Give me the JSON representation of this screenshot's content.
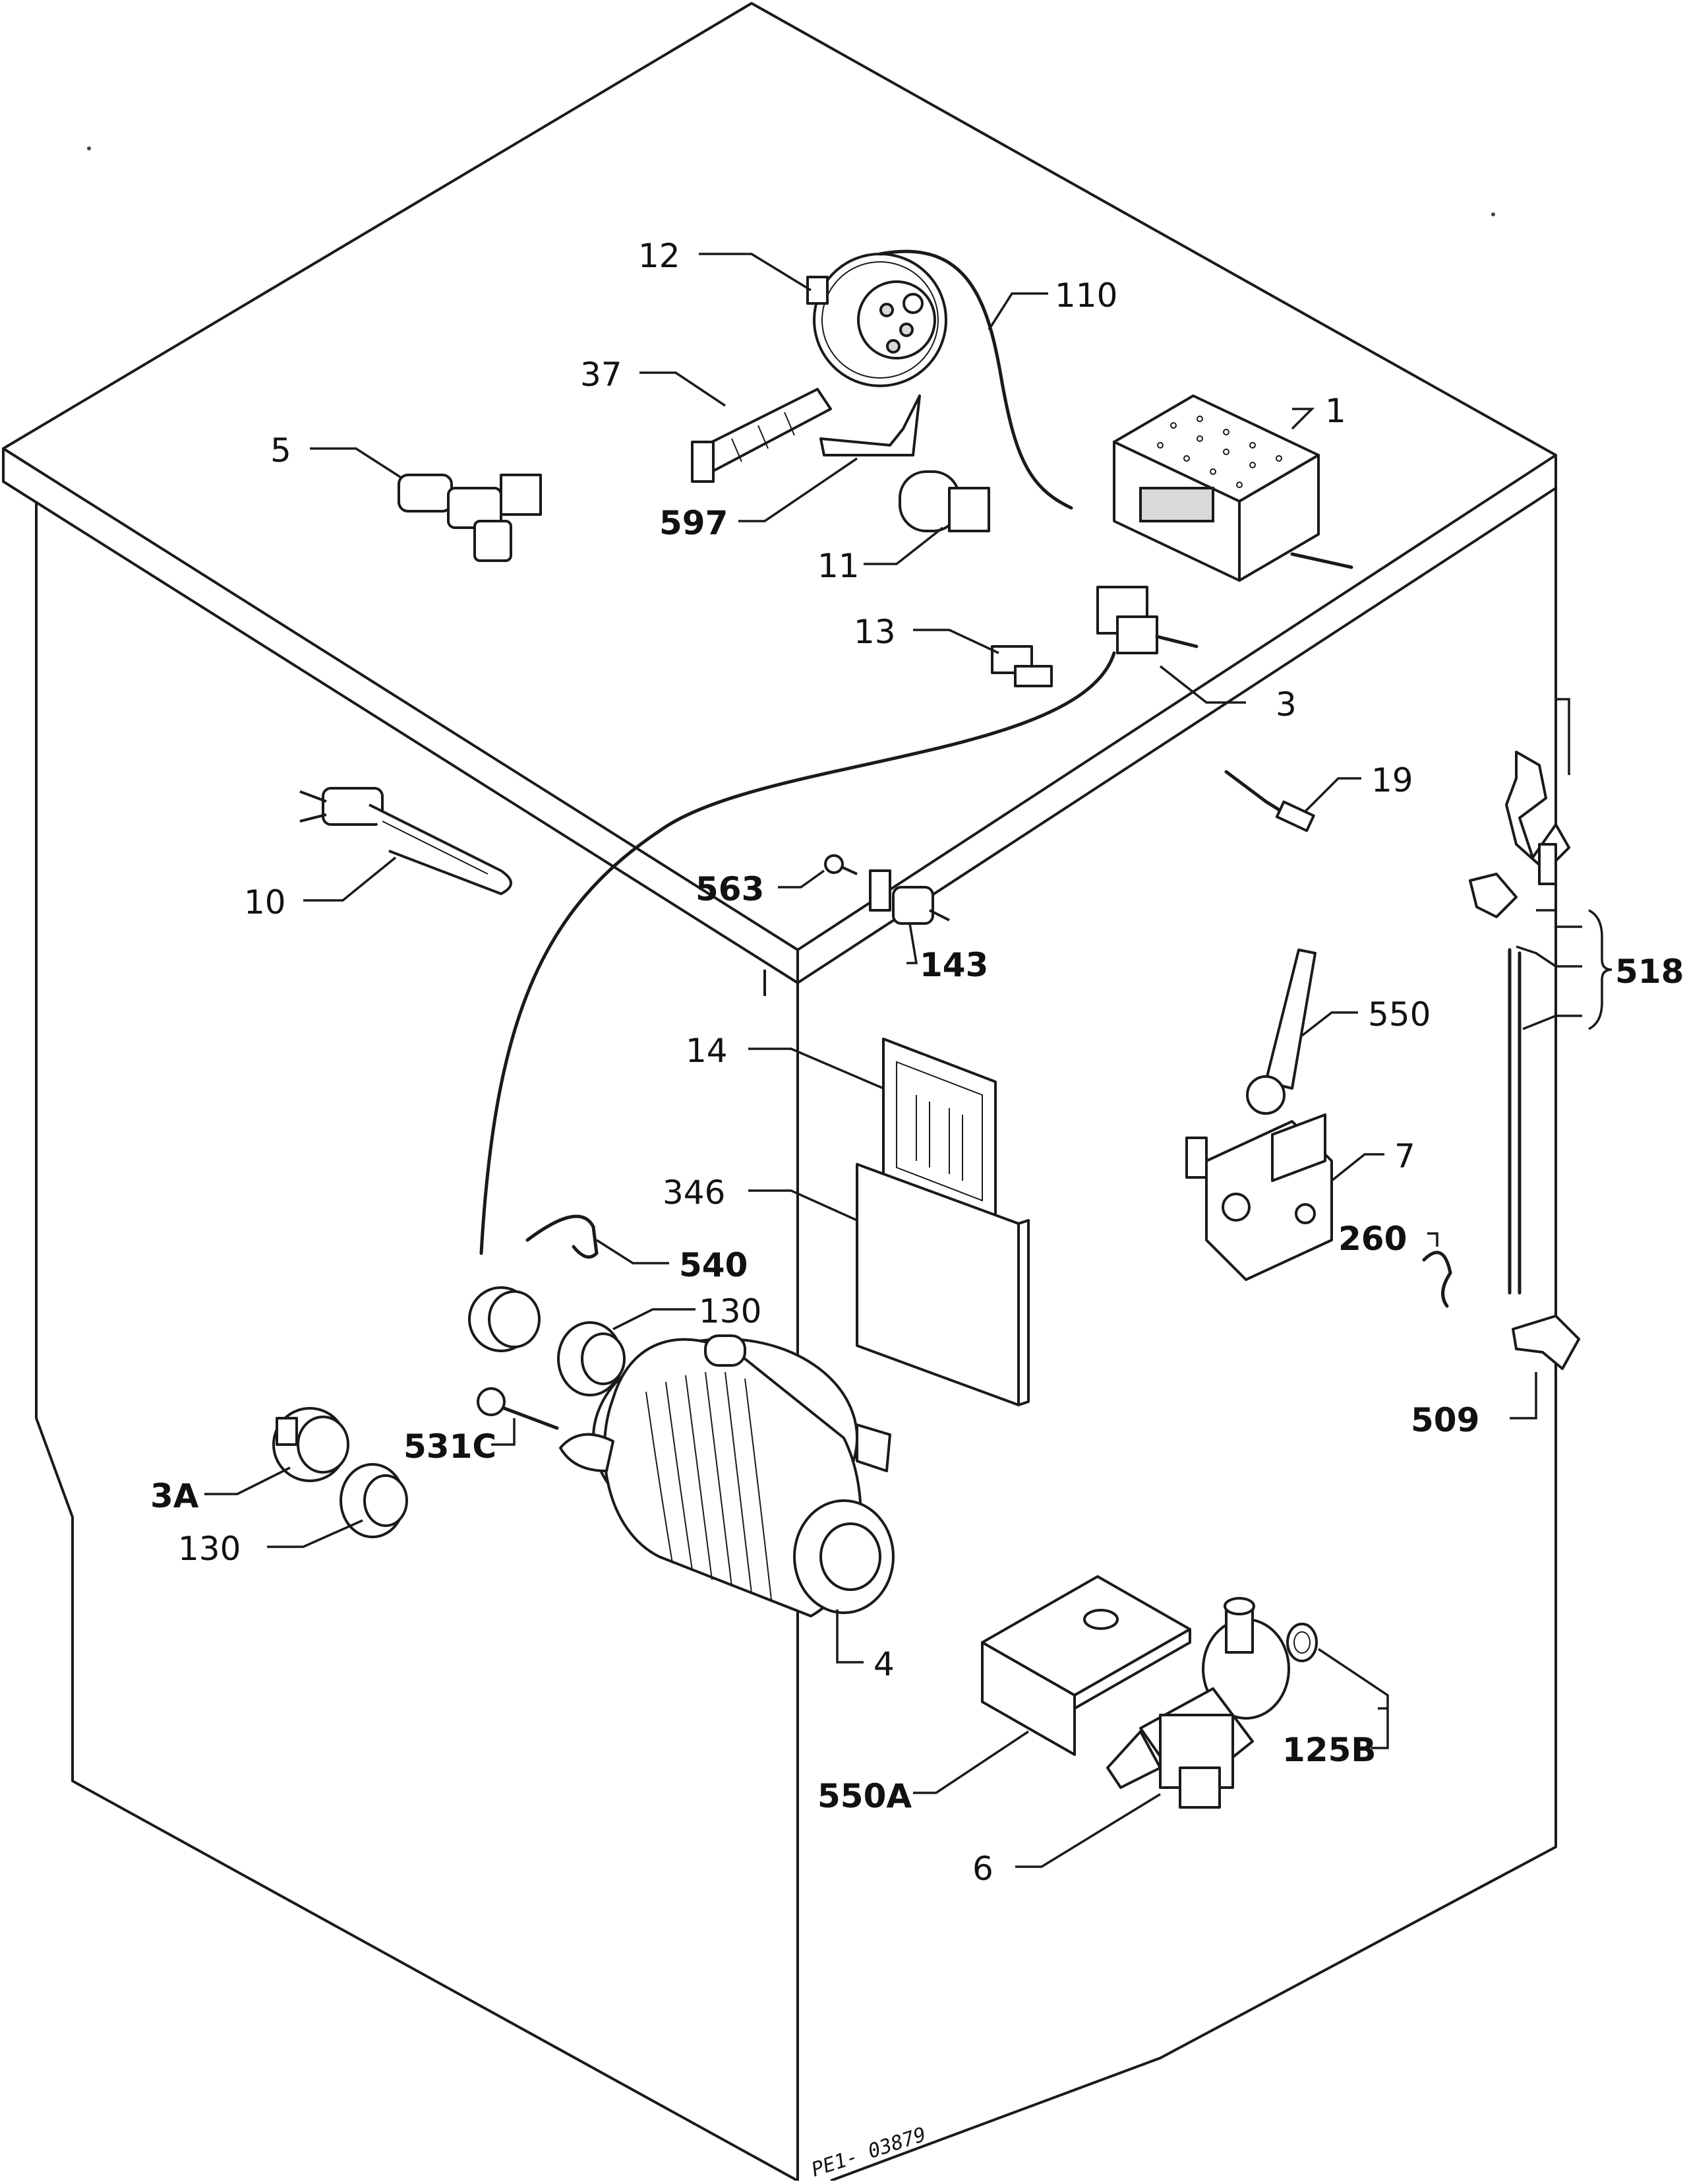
{
  "diagram": {
    "type": "exploded-parts-view",
    "reference_code": "PE1- 03879",
    "callouts": [
      {
        "id": "c1",
        "label": "1"
      },
      {
        "id": "c3",
        "label": "3"
      },
      {
        "id": "c3a",
        "label": "3A"
      },
      {
        "id": "c4",
        "label": "4"
      },
      {
        "id": "c5",
        "label": "5"
      },
      {
        "id": "c6",
        "label": "6"
      },
      {
        "id": "c7",
        "label": "7"
      },
      {
        "id": "c10",
        "label": "10"
      },
      {
        "id": "c11",
        "label": "11"
      },
      {
        "id": "c12",
        "label": "12"
      },
      {
        "id": "c13",
        "label": "13"
      },
      {
        "id": "c14",
        "label": "14"
      },
      {
        "id": "c19",
        "label": "19"
      },
      {
        "id": "c37",
        "label": "37"
      },
      {
        "id": "c110",
        "label": "110"
      },
      {
        "id": "c125b",
        "label": "125B"
      },
      {
        "id": "c130a",
        "label": "130"
      },
      {
        "id": "c130b",
        "label": "130"
      },
      {
        "id": "c143",
        "label": "143"
      },
      {
        "id": "c260",
        "label": "260"
      },
      {
        "id": "c346",
        "label": "346"
      },
      {
        "id": "c509",
        "label": "509"
      },
      {
        "id": "c518",
        "label": "518"
      },
      {
        "id": "c531c",
        "label": "531C"
      },
      {
        "id": "c540",
        "label": "540"
      },
      {
        "id": "c550",
        "label": "550"
      },
      {
        "id": "c550a",
        "label": "550A"
      },
      {
        "id": "c563",
        "label": "563"
      },
      {
        "id": "c597",
        "label": "597"
      }
    ]
  }
}
